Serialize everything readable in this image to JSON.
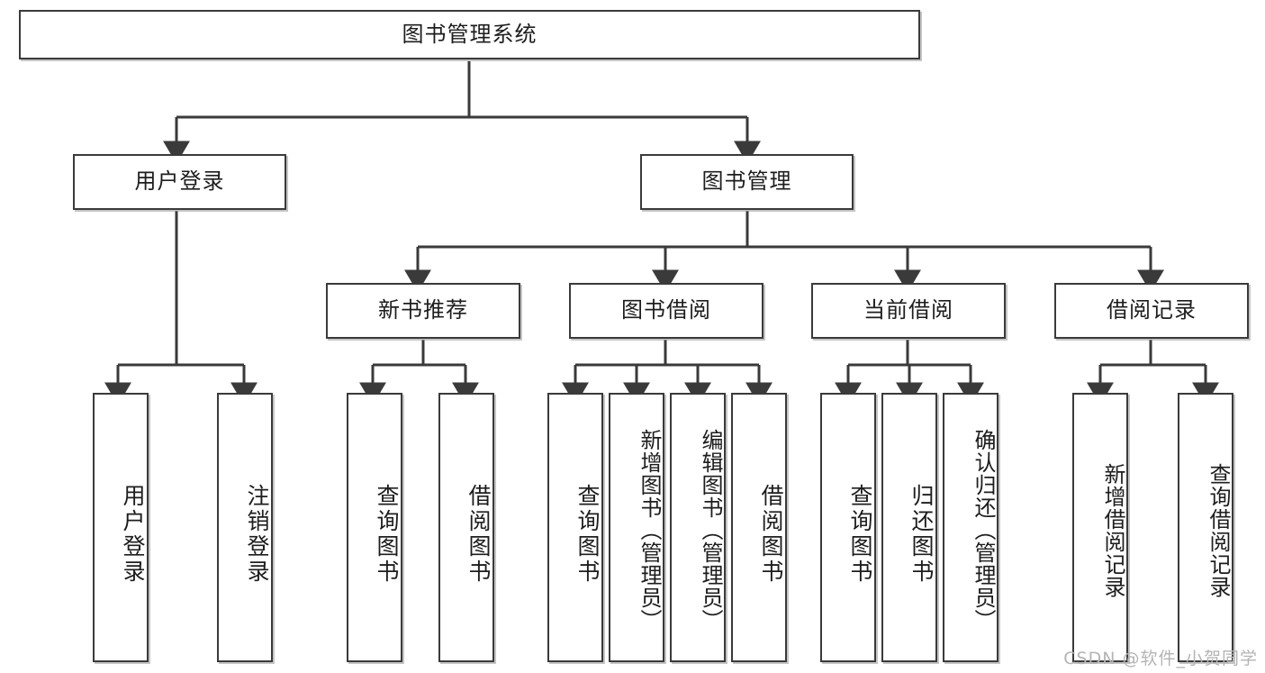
{
  "diagram": {
    "title": "图书管理系统",
    "root": {
      "label": "图书管理系统"
    },
    "level2": [
      {
        "label": "用户登录"
      },
      {
        "label": "图书管理"
      }
    ],
    "level3": [
      {
        "label": "新书推荐"
      },
      {
        "label": "图书借阅"
      },
      {
        "label": "当前借阅"
      },
      {
        "label": "借阅记录"
      }
    ],
    "leaves": {
      "user_login": [
        {
          "label": "用户登录"
        },
        {
          "label": "注销登录"
        }
      ],
      "new_book_recommend": [
        {
          "label": "查询图书"
        },
        {
          "label": "借阅图书"
        }
      ],
      "book_borrow": [
        {
          "label": "查询图书"
        },
        {
          "label": "新增图书（管理员）"
        },
        {
          "label": "编辑图书（管理员）"
        },
        {
          "label": "借阅图书"
        }
      ],
      "current_borrow": [
        {
          "label": "查询图书"
        },
        {
          "label": "归还图书"
        },
        {
          "label": "确认归还（管理员）"
        }
      ],
      "borrow_record": [
        {
          "label": "新增借阅记录"
        },
        {
          "label": "查询借阅记录"
        }
      ]
    }
  },
  "watermark": {
    "text": "CSDN @软件_小贺同学"
  },
  "colors": {
    "box_border": "#3a3a3a",
    "box_fill": "#ffffff",
    "connector": "#3a3a3a",
    "text": "#1d1d1d",
    "watermark": "#b4b4b4"
  }
}
